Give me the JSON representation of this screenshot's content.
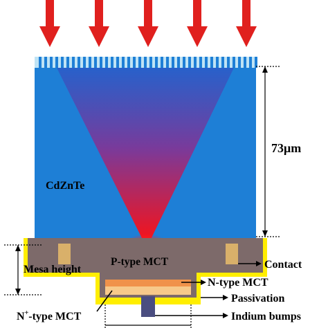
{
  "labels": {
    "thickness": "73μm",
    "substrate": "CdZnTe",
    "mesa_height": "Mesa height",
    "p_type": "P-type MCT",
    "contact": "Contact",
    "n_type": "N-type MCT",
    "passivation": "Passivation",
    "n_plus_main": "N",
    "n_plus_sup": "+",
    "n_plus_rest": "-type MCT",
    "indium_bumps": "Indium bumps"
  },
  "colors": {
    "arrow": "#e0201e",
    "substrate": "#1e7fd6",
    "substrate_texture": "#bfe3f5",
    "cone_top": "#2a5bc8",
    "cone_bottom": "#ff1010",
    "mesa": "#7d6a6a",
    "passivation": "#ffee00",
    "n_type": "#f0924a",
    "n_plus": "#f7c98a",
    "contact": "#d9b06a",
    "bump": "#4a4d80"
  },
  "incident_arrow_count": 5
}
